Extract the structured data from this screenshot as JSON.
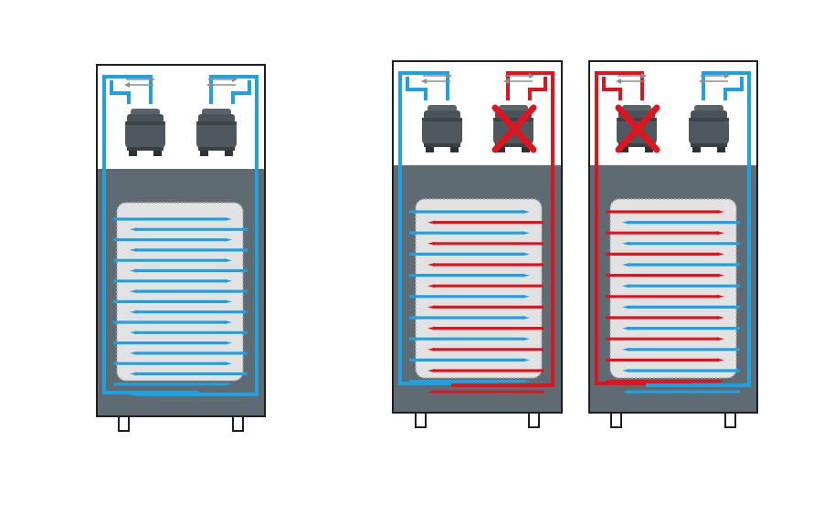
{
  "colors": {
    "background": "#ffffff",
    "cabinet_top": "#ffffff",
    "cabinet_body": "#5f6b73",
    "cabinet_outline": "#1e1e1e",
    "evaporator_panel": "#e2e2e2",
    "circuit_active": "#1fa0e0",
    "circuit_failed": "#e0141e",
    "compressor": "#4f585e",
    "compressor_dark": "#2b3236",
    "valve_arrow": "#8a8e92",
    "fault_cross": "#e0141e"
  },
  "icons": {
    "compressor": "compressor-icon",
    "valve": "bidirectional-arrow-icon",
    "fault": "x-cross-icon"
  },
  "units": [
    {
      "name": "unit-normal-operation",
      "compressors": [
        {
          "position": "left",
          "state": "running",
          "circuit": "active"
        },
        {
          "position": "right",
          "state": "running",
          "circuit": "active"
        }
      ]
    },
    {
      "name": "unit-right-compressor-failed",
      "compressors": [
        {
          "position": "left",
          "state": "running",
          "circuit": "active"
        },
        {
          "position": "right",
          "state": "failed",
          "circuit": "failed"
        }
      ]
    },
    {
      "name": "unit-left-compressor-failed",
      "compressors": [
        {
          "position": "left",
          "state": "failed",
          "circuit": "failed"
        },
        {
          "position": "right",
          "state": "running",
          "circuit": "active"
        }
      ]
    }
  ]
}
